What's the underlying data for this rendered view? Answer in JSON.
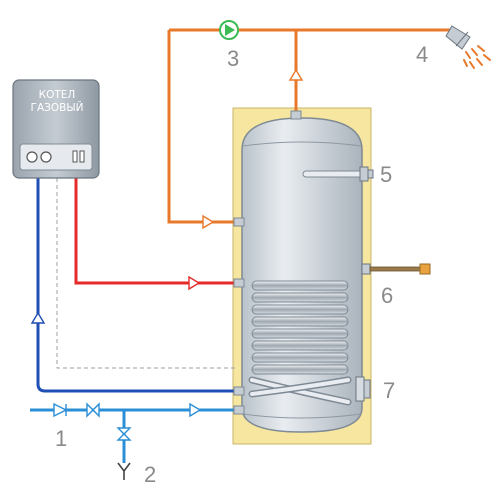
{
  "boiler": {
    "label_line1": "КОТЕЛ",
    "label_line2": "ГАЗОВЫЙ"
  },
  "callouts": {
    "c1": "1",
    "c2": "2",
    "c3": "3",
    "c4": "4",
    "c5": "5",
    "c6": "6",
    "c7": "7"
  },
  "colors": {
    "hot_water": "#e8782a",
    "heating_supply": "#e52a2a",
    "heating_return": "#1f4fb5",
    "cold_water": "#2a8fd6",
    "insulation": "#f6e6a0",
    "tank_steel": "#d6dce2",
    "pump": "#3cba54"
  }
}
